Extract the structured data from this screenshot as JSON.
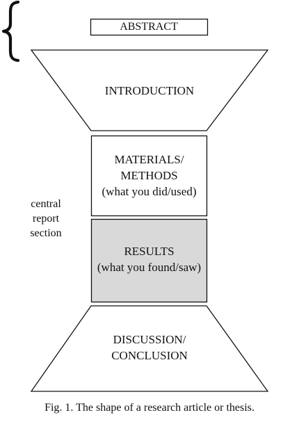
{
  "diagram": {
    "abstract": "ABSTRACT",
    "introduction": "INTRODUCTION",
    "methods": {
      "line1": "MATERIALS/",
      "line2": "METHODS",
      "line3": "(what you did/used)"
    },
    "results": {
      "line1": "RESULTS",
      "line2": "(what you found/saw)"
    },
    "discussion": {
      "line1": "DISCUSSION/",
      "line2": "CONCLUSION"
    },
    "central_section": {
      "line1": "central",
      "line2": "report",
      "line3": "section"
    },
    "colors": {
      "stroke": "#111111",
      "results_fill": "#d9d9d9",
      "background": "#ffffff"
    }
  },
  "caption": "Fig. 1. The shape of a research article or thesis."
}
